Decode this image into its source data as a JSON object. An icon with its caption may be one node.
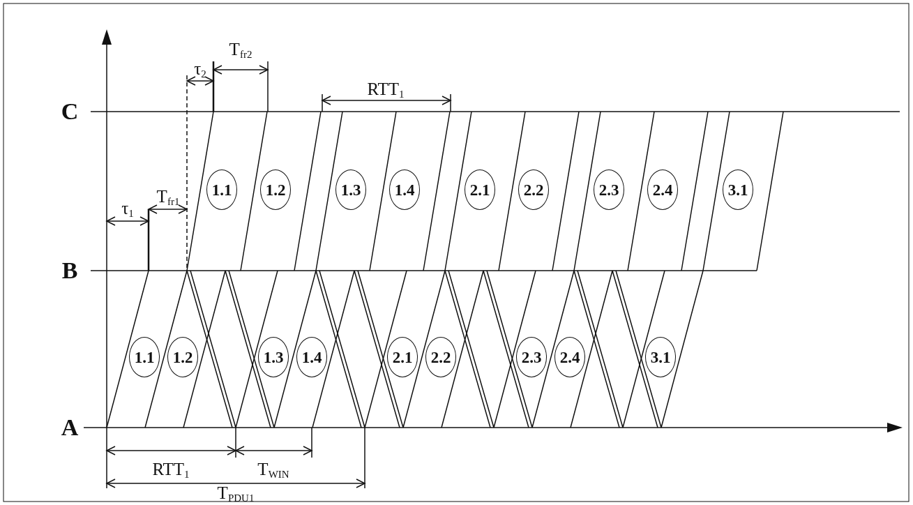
{
  "diagram": {
    "nodes": [
      {
        "text": [
          "1.1"
        ]
      },
      {
        "text": [
          "1.2"
        ]
      },
      {
        "text": [
          "1.3"
        ]
      },
      {
        "text": [
          "1.4"
        ]
      },
      {
        "text": [
          "2.1"
        ]
      },
      {
        "text": [
          "2.2"
        ]
      },
      {
        "text": [
          "2.3"
        ]
      },
      {
        "text": [
          "2.4"
        ]
      },
      {
        "text": [
          "3.1"
        ]
      },
      {
        "text": [
          "1.1"
        ]
      },
      {
        "text": [
          "1.2"
        ]
      },
      {
        "text": [
          "1.3"
        ]
      },
      {
        "text": [
          "1.4"
        ]
      },
      {
        "text": [
          "2.1"
        ]
      },
      {
        "text": [
          "2.2"
        ]
      },
      {
        "text": [
          "2.3"
        ]
      },
      {
        "text": [
          "2.4"
        ]
      },
      {
        "text": [
          "3.1"
        ]
      }
    ],
    "labels": [
      "T$_{fr2}$",
      "τ$_{2}$",
      "RTT$_{1}$",
      "C",
      "T$_{fr1}$",
      "τ$_{1}$",
      "B",
      "A",
      "RTT$_{1}$",
      "T$_{WIN}$",
      "T$_{PDU1}$"
    ]
  }
}
